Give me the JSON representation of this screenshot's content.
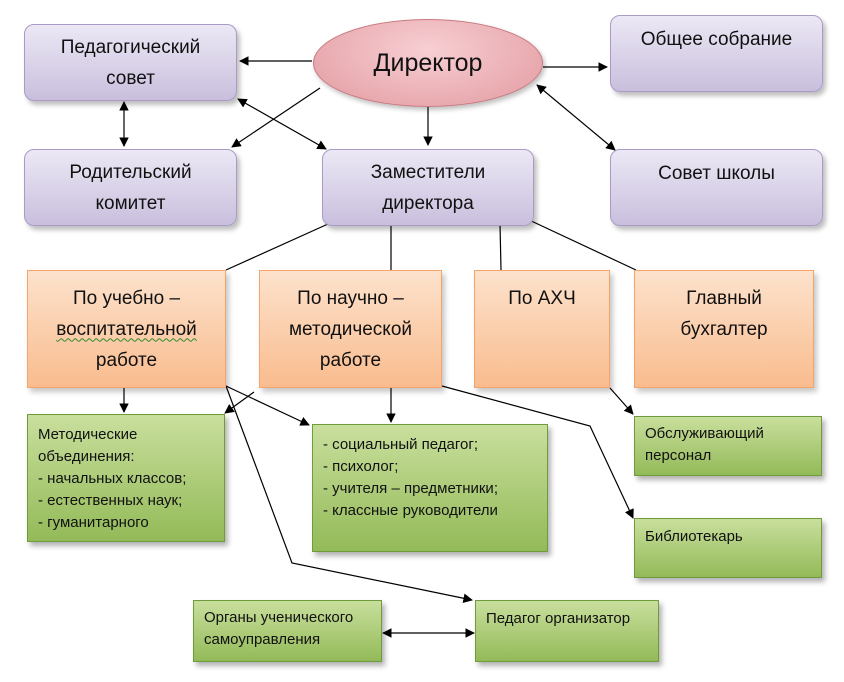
{
  "director": "Директор",
  "ped_council": [
    "Педагогический",
    "совет"
  ],
  "general_meeting": "Общее собрание",
  "parent_committee": [
    "Родительский",
    "комитет"
  ],
  "deputies": [
    "Заместители",
    "директора"
  ],
  "school_council": "Совет школы",
  "edu_work": [
    "По учебно –",
    "воспитательной",
    "работе"
  ],
  "method_work": [
    "По научно –",
    "методической",
    "работе"
  ],
  "ahch": "По АХЧ",
  "chief_accountant": [
    "Главный",
    "бухгалтер"
  ],
  "method_associations": [
    "Методические",
    "объединения:",
    "- начальных классов;",
    "- естественных наук;",
    "- гуманитарного"
  ],
  "specialists": [
    "- социальный педагог;",
    "- психолог;",
    "- учителя – предметники;",
    "- классные руководители"
  ],
  "service_staff": [
    "Обслуживающий",
    "персонал"
  ],
  "librarian": "Библиотекарь",
  "student_government": [
    "Органы ученического",
    "самоуправления"
  ],
  "organizer": "Педагог организатор"
}
